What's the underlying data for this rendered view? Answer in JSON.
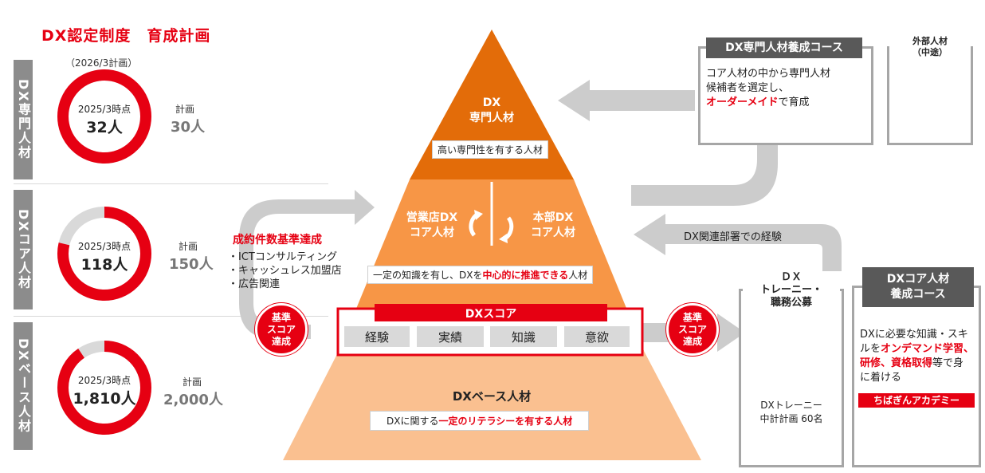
{
  "title": "DX認定制度　育成計画",
  "left": {
    "cat_specialist": "DX専門人材",
    "cat_core": "DXコア人材",
    "cat_base": "DXベース人材",
    "plan_note": "（2026/3計画）",
    "specialist": {
      "point": "2025/3時点",
      "count": "32人",
      "plan_label": "計画",
      "plan_value": "30人",
      "ratio": 1.0
    },
    "core": {
      "point": "2025/3時点",
      "count": "118人",
      "plan_label": "計画",
      "plan_value": "150人",
      "ratio": 0.787
    },
    "base": {
      "point": "2025/3時点",
      "count": "1,810人",
      "plan_label": "計画",
      "plan_value": "2,000人",
      "ratio": 0.905
    }
  },
  "pyramid": {
    "top_title_1": "DX",
    "top_title_2": "専門人材",
    "top_desc": "高い専門性を有する人材",
    "core_left_1": "営業店DX",
    "core_left_2": "コア人材",
    "core_right_1": "本部DX",
    "core_right_2": "コア人材",
    "core_desc_pre": "一定の知識を有し、DXを",
    "core_desc_em": "中心的に推進できる",
    "core_desc_post": "人材",
    "score_title": "DXスコア",
    "score_items": [
      "経験",
      "実績",
      "知識",
      "意欲"
    ],
    "base_title": "DXベース人材",
    "base_desc_pre": "DXに関する",
    "base_desc_em": "一定のリテラシーを有する人材"
  },
  "left_path": {
    "title": "成約件数基準達成",
    "items": [
      "・ICTコンサルティング",
      "・キャッシュレス加盟店",
      "・広告関連"
    ],
    "badge": [
      "基準",
      "スコア",
      "達成"
    ]
  },
  "right_badge": [
    "基準",
    "スコア",
    "達成"
  ],
  "specialist_course": {
    "header": "DX専門人材養成コース",
    "line1": "コア人材の中から専門人材",
    "line2": "候補者を選定し、",
    "em": "オーダーメイド",
    "line3_post": "で育成"
  },
  "external": {
    "line1": "外部人材",
    "line2": "（中途）"
  },
  "dept_label": "DX関連部署での経験",
  "trainee": {
    "title1": "ＤＸ",
    "title2": "トレーニー・",
    "title3": "職務公募",
    "plan1": "DXトレーニー",
    "plan2": "中計計画 60名"
  },
  "core_course": {
    "header1": "DXコア人材",
    "header2": "養成コース",
    "line1": "DXに必要な知識・スキ",
    "line2_pre": "ルを",
    "line2_em": "オンデマンド学習、",
    "line3_em": "研修、資格取得",
    "line3_post": "等で身",
    "line4": "に着ける",
    "academy": "ちばぎんアカデミー"
  },
  "colors": {
    "red": "#e60012",
    "pyramid_top": "#e36c09",
    "pyramid_mid": "#f79646",
    "pyramid_base": "#fac090",
    "gray_arrow": "#cccccc",
    "ring_gray": "#d9d9d9"
  }
}
